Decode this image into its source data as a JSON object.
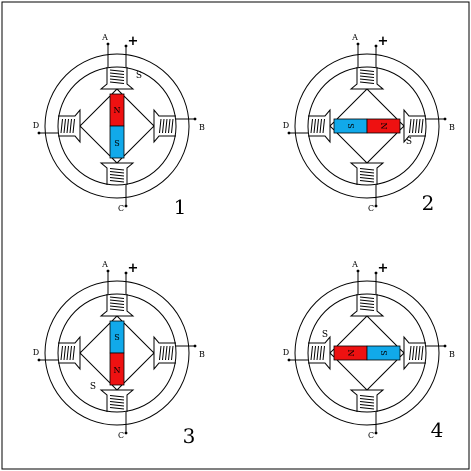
{
  "colors": {
    "north": "#ee1111",
    "south": "#11a9ea",
    "line": "#000000",
    "background": "#ffffff"
  },
  "motors": [
    {
      "number": "1",
      "terminals": {
        "a": "A",
        "b": "B",
        "c": "C",
        "d": "D",
        "plus": "+"
      },
      "rotor": {
        "orientation": "vertical",
        "first": "north",
        "first_label": "N",
        "second_label": "S"
      },
      "stator_poles": [
        {
          "pole": "top",
          "label": "S"
        }
      ]
    },
    {
      "number": "2",
      "terminals": {
        "a": "A",
        "b": "B",
        "c": "C",
        "d": "D",
        "plus": "+"
      },
      "rotor": {
        "orientation": "horizontal",
        "first": "south",
        "first_label": "S",
        "second_label": "N"
      },
      "stator_poles": [
        {
          "pole": "right",
          "label": "S"
        }
      ]
    },
    {
      "number": "3",
      "terminals": {
        "a": "A",
        "b": "B",
        "c": "C",
        "d": "D",
        "plus": "+"
      },
      "rotor": {
        "orientation": "vertical",
        "first": "south",
        "first_label": "S",
        "second_label": "N"
      },
      "stator_poles": [
        {
          "pole": "bottom",
          "label": "S"
        }
      ]
    },
    {
      "number": "4",
      "terminals": {
        "a": "A",
        "b": "B",
        "c": "C",
        "d": "D",
        "plus": "+"
      },
      "rotor": {
        "orientation": "horizontal",
        "first": "north",
        "first_label": "N",
        "second_label": "S"
      },
      "stator_poles": [
        {
          "pole": "left",
          "label": "S"
        }
      ]
    }
  ]
}
